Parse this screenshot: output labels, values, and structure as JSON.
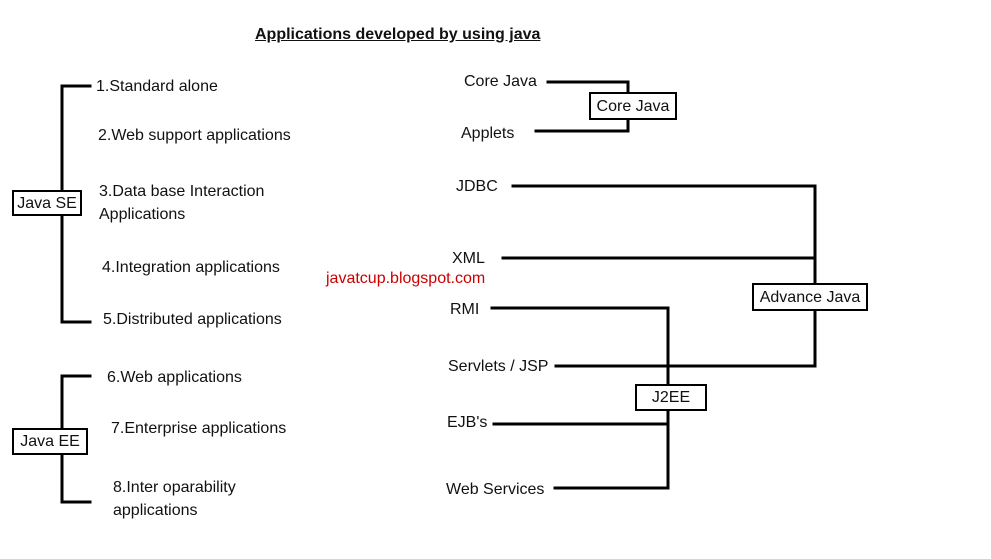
{
  "title": "Applications developed by using java",
  "watermark": {
    "text": "javatcup.blogspot.com",
    "color": "#cc0000"
  },
  "java_se": {
    "label": "Java SE",
    "items": [
      {
        "text": "1.Standard alone"
      },
      {
        "text": "2.Web support applications"
      },
      {
        "text": "3.Data base Interaction",
        "text2": "Applications"
      },
      {
        "text": "4.Integration applications"
      },
      {
        "text": "5.Distributed applications"
      }
    ]
  },
  "java_ee": {
    "label": "Java EE",
    "items": [
      {
        "text": "6.Web applications"
      },
      {
        "text": "7.Enterprise applications"
      },
      {
        "text": "8.Inter oparability",
        "text2": "applications"
      }
    ]
  },
  "core_java": {
    "label": "Core Java",
    "items": [
      "Core Java",
      "Applets"
    ]
  },
  "advance_java": {
    "label": "Advance Java",
    "items": [
      "JDBC",
      "XML",
      "Servlets / JSP"
    ]
  },
  "j2ee": {
    "label": "J2EE",
    "items": [
      "RMI",
      "EJB's",
      "Web Services"
    ]
  },
  "line_color": "#000000"
}
